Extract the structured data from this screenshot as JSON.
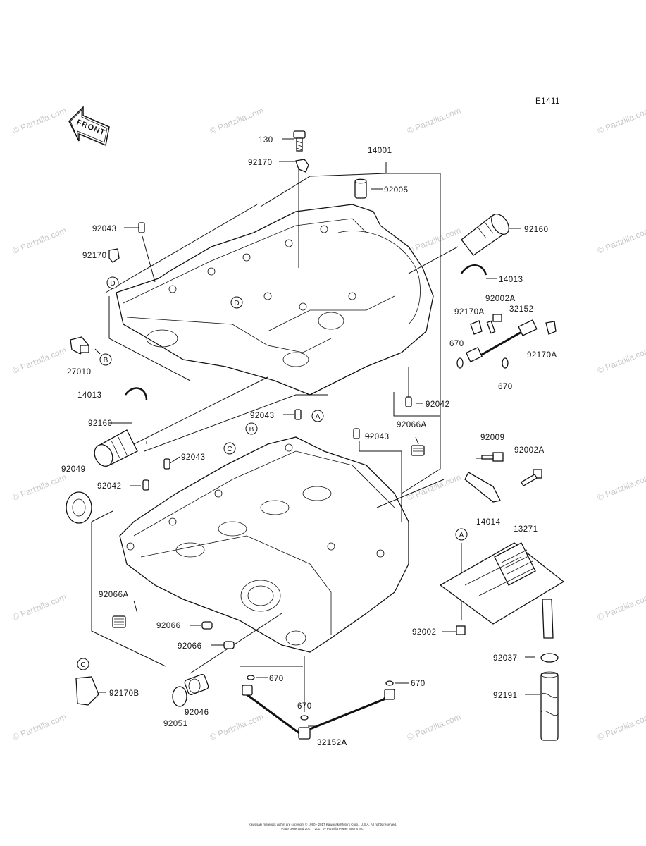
{
  "diagram_code": "E1411",
  "front_label": "FRONT",
  "watermark": "© Partzilla.com",
  "footer": {
    "line1": "Kawasaki materials within are copyright © 1990 - 2017 Kawasaki Motors Corp., U.S.A. All rights reserved.",
    "line2": "Page generated 2017 - 2017 by Partzilla Power Sports Inc."
  },
  "ref_circles": {
    "a": "A",
    "b": "B",
    "c": "C",
    "d": "D"
  },
  "part_labels": {
    "p130": "130",
    "p92170_top": "92170",
    "p14001": "14001",
    "p92005": "92005",
    "p92043_a": "92043",
    "p92160_top": "92160",
    "p92170_left": "92170",
    "p14013_right": "14013",
    "p92002a_top": "92002A",
    "p92170a_left": "92170A",
    "p32152": "32152",
    "p670_a": "670",
    "p92170a_right": "92170A",
    "p27010": "27010",
    "p670_b": "670",
    "p14013_left": "14013",
    "p92042_right": "92042",
    "p92043_b": "92043",
    "p92066a_top": "92066A",
    "p92160_left": "92160",
    "p92043_c": "92043",
    "p92009": "92009",
    "p92002a_mid": "92002A",
    "p92043_d": "92043",
    "p92049": "92049",
    "p92042_left": "92042",
    "p14014": "14014",
    "p13271": "13271",
    "p92066a_left": "92066A",
    "p92066_a": "92066",
    "p92002": "92002",
    "p92066_b": "92066",
    "p92037": "92037",
    "p670_c": "670",
    "p670_d": "670",
    "p92170b": "92170B",
    "p92191": "92191",
    "p92046": "92046",
    "p670_e": "670",
    "p92051": "92051",
    "p32152a": "32152A"
  }
}
